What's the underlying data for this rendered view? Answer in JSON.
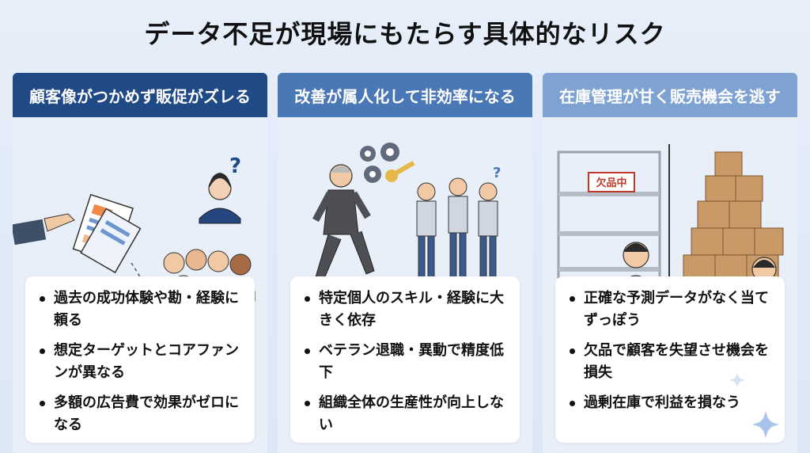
{
  "title": "データ不足が現場にもたらす具体的なリスク",
  "cards": [
    {
      "heading": "顧客像がつかめず販促がズレる",
      "head_color": "#1f4a86",
      "bullets": [
        "過去の成功体験や勘・経験に頼る",
        "想定ターゲットとコアファンンが異なる",
        "多額の広告費で効果がゼロになる"
      ]
    },
    {
      "heading": "改善が属人化して非効率になる",
      "head_color": "#4a78b6",
      "bullets": [
        "特定個人のスキル・経験に大きく依存",
        "ベテラン退職・異動で精度低下",
        "組織全体の生産性が向上しない"
      ]
    },
    {
      "heading": "在庫管理が甘く販売機会を逃す",
      "head_color": "#7ea3d2",
      "bullets": [
        "正確な予測データがなく当てずっぽう",
        "欠品で顧客を失望させ機会を損失",
        "過剰在庫で利益を損なう"
      ]
    }
  ],
  "shelf_sign": "欠品中",
  "question_mark": "?"
}
